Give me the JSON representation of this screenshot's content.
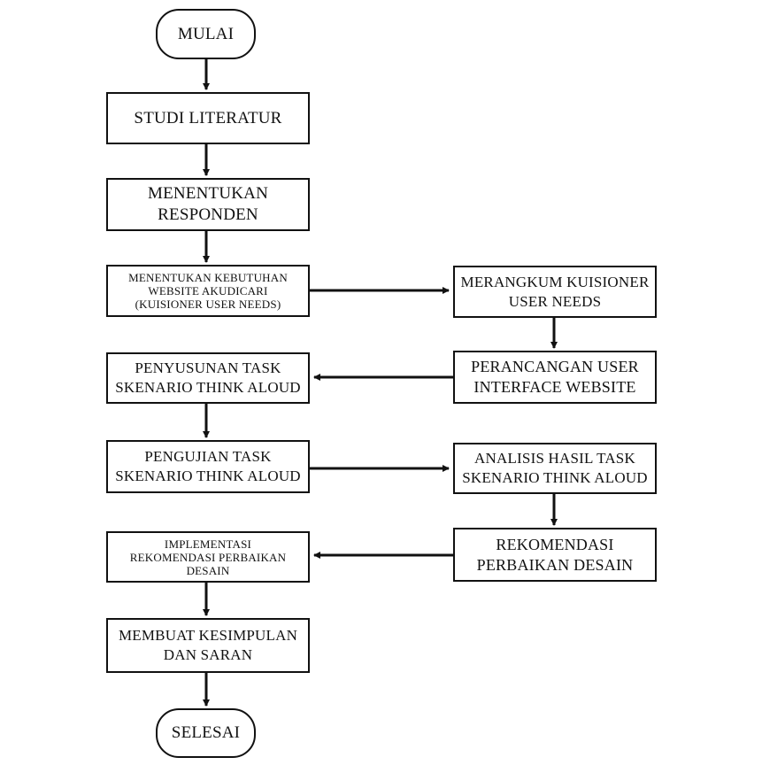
{
  "flowchart": {
    "start": "MULAI",
    "end": "SELESAI",
    "steps": {
      "studi_literatur": [
        "STUDI LITERATUR"
      ],
      "menentukan_responden": [
        "MENENTUKAN",
        "RESPONDEN"
      ],
      "menentukan_kebutuhan": [
        "MENENTUKAN KEBUTUHAN",
        "WEBSITE AKUDICARI",
        "(KUISIONER USER NEEDS)"
      ],
      "merangkum_kuisioner": [
        "MERANGKUM KUISIONER",
        "USER NEEDS"
      ],
      "perancangan_ui": [
        "PERANCANGAN USER",
        "INTERFACE WEBSITE"
      ],
      "penyusunan_task": [
        "PENYUSUNAN TASK",
        "SKENARIO THINK ALOUD"
      ],
      "pengujian_task": [
        "PENGUJIAN TASK",
        "SKENARIO THINK ALOUD"
      ],
      "analisis_hasil": [
        "ANALISIS HASIL TASK",
        "SKENARIO THINK ALOUD"
      ],
      "rekomendasi": [
        "REKOMENDASI",
        "PERBAIKAN DESAIN"
      ],
      "implementasi": [
        "IMPLEMENTASI",
        "REKOMENDASI PERBAIKAN",
        "DESAIN"
      ],
      "kesimpulan": [
        "MEMBUAT KESIMPULAN",
        "DAN SARAN"
      ]
    }
  }
}
